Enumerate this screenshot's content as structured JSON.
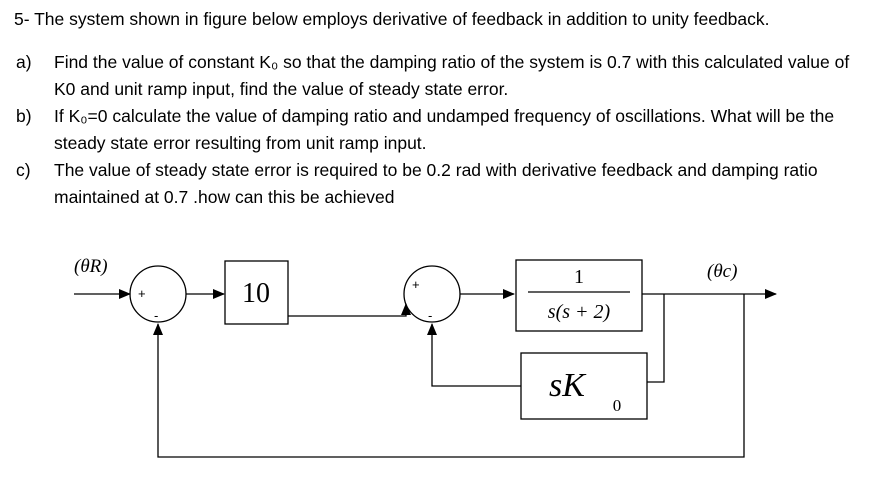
{
  "question": {
    "intro": "5- The system shown in figure below employs derivative of feedback in addition to unity feedback.",
    "items": [
      {
        "marker": "a)",
        "text": "Find the value of constant K₀ so that the damping ratio of the system is 0.7 with this calculated value of K0 and unit ramp input, find the value of steady state error."
      },
      {
        "marker": "b)",
        "text": "If K₀=0 calculate the value of damping ratio and undamped frequency of oscillations. What will be the steady state error resulting from unit ramp input."
      },
      {
        "marker": "c)",
        "text": "The value of steady state error is required to be 0.2 rad with derivative feedback and damping ratio maintained at 0.7 .how can this be achieved"
      }
    ]
  },
  "diagram": {
    "input_label": "(θR)",
    "output_label": "(θc)",
    "sum1_plus": "+",
    "sum1_minus": "-",
    "sum2_plus": "+",
    "sum2_minus": "-",
    "gain_block": "10",
    "plant_numerator": "1",
    "plant_denominator": "s(s + 2)",
    "feedback_block": "sK",
    "feedback_subscript": "0"
  }
}
